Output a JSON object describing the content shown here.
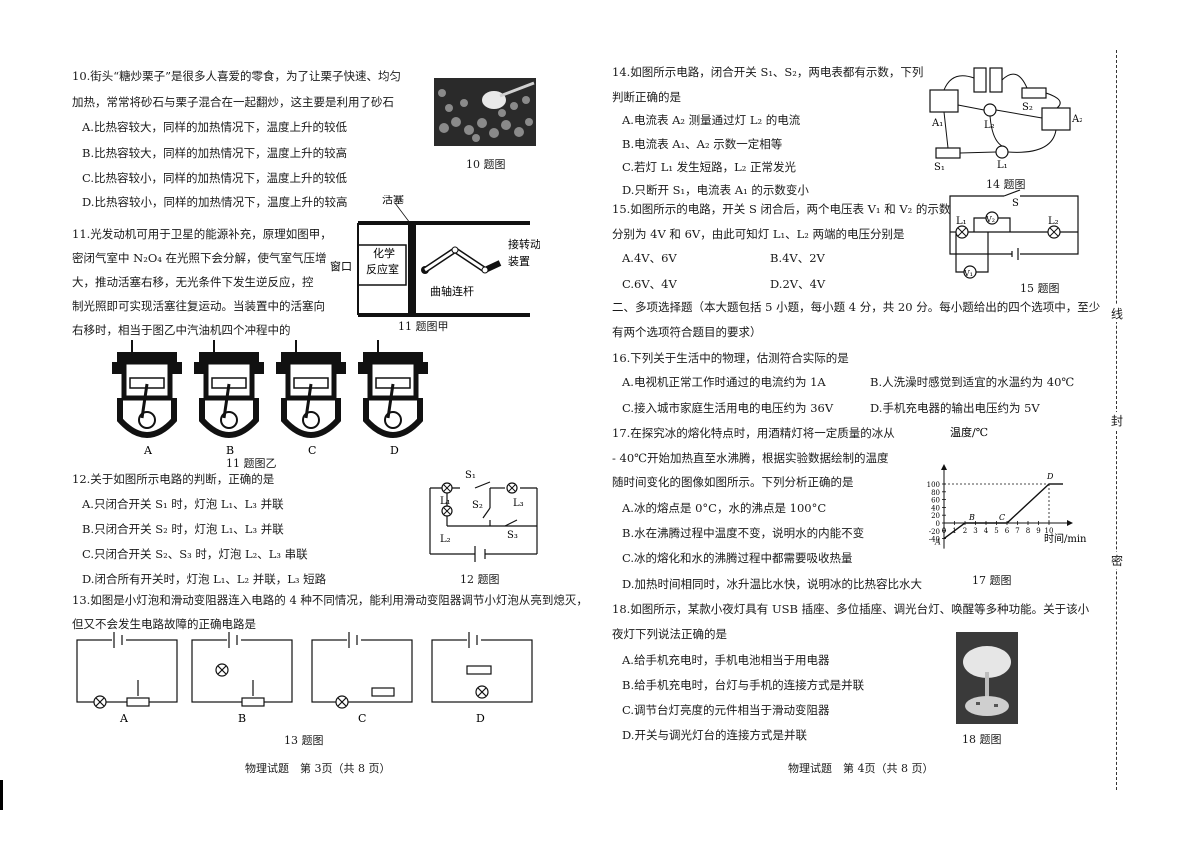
{
  "left": {
    "q10": {
      "l1": "10.街头“糖炒栗子”是很多人喜爱的零食，为了让栗子快速、均匀",
      "l2": "加热，常常将砂石与栗子混合在一起翻炒，这主要是利用了砂石",
      "a": "A.比热容较大，同样的加热情况下，温度上升的较低",
      "b": "B.比热容较大，同样的加热情况下，温度上升的较高",
      "c": "C.比热容较小，同样的加热情况下，温度上升的较低",
      "d": "D.比热容较小，同样的加热情况下，温度上升的较高",
      "caption": "10 题图"
    },
    "q11": {
      "l1": "11.光发动机可用于卫星的能源补充，原理如图甲，",
      "l2": "密闭气室中 N₂O₄ 在光照下会分解，使气室气压增",
      "l3": "大，推动活塞右移，无光条件下发生逆反应，控",
      "l4": "制光照即可实现活塞往复运动。当装置中的活塞向",
      "l5": "右移时，相当于图乙中汽油机四个冲程中的",
      "fig_piston": "活塞",
      "fig_chem1": "化学",
      "fig_chem2": "反应室",
      "fig_window": "窗口",
      "fig_crank": "曲轴连杆",
      "fig_rot1": "接转动",
      "fig_rot2": "装置",
      "caption_a": "11 题图甲",
      "eng_labels": [
        "A",
        "B",
        "C",
        "D"
      ],
      "caption_b": "11 题图乙"
    },
    "q12": {
      "l0": "12.关于如图所示电路的判断，正确的是",
      "a": "A.只闭合开关 S₁ 时，灯泡 L₁、L₃ 并联",
      "b": "B.只闭合开关 S₂ 时，灯泡 L₁、L₃ 并联",
      "c": "C.只闭合开关 S₂、S₃ 时，灯泡 L₂、L₃ 串联",
      "d": "D.闭合所有开关时，灯泡 L₁、L₂ 并联，L₃ 短路",
      "lbl_s1": "S₁",
      "lbl_s2": "S₂",
      "lbl_s3": "S₃",
      "lbl_l1": "L₁",
      "lbl_l2": "L₂",
      "lbl_l3": "L₃",
      "caption": "12 题图"
    },
    "q13": {
      "l1": "13.如图是小灯泡和滑动变阻器连入电路的 4 种不同情况，能利用滑动变阻器调节小灯泡从亮到熄灭，",
      "l2": "但又不会发生电路故障的正确电路是",
      "labels": [
        "A",
        "B",
        "C",
        "D"
      ],
      "caption": "13 题图"
    },
    "footer": "物理试题　第 3页（共 8 页）"
  },
  "right": {
    "q14": {
      "l1": "14.如图所示电路，闭合开关 S₁、S₂，两电表都有示数，下列",
      "l2": "判断正确的是",
      "a": "A.电流表 A₂ 测量通过灯 L₂ 的电流",
      "b": "B.电流表 A₁、A₂ 示数一定相等",
      "c": "C.若灯 L₁ 发生短路，L₂ 正常发光",
      "d": "D.只断开 S₁，电流表 A₁ 的示数变小",
      "lbl_a1": "A₁",
      "lbl_a2": "A₂",
      "lbl_l1": "L₁",
      "lbl_l2": "L₂",
      "lbl_s1": "S₁",
      "lbl_s2": "S₂",
      "caption": "14 题图"
    },
    "q15": {
      "l1": "15.如图所示的电路，开关 S 闭合后，两个电压表 V₁ 和 V₂ 的示数",
      "l2": "分别为 4V 和 6V，由此可知灯 L₁、L₂ 两端的电压分别是",
      "a": "A.4V、6V",
      "b": "B.4V、2V",
      "c": "C.6V、4V",
      "d": "D.2V、4V",
      "lbl_s": "S",
      "lbl_l1": "L₁",
      "lbl_l2": "L₂",
      "lbl_v1": "V₁",
      "lbl_v2": "V₂",
      "caption": "15 题图"
    },
    "section2": {
      "l1": "二、多项选择题（本大题包括 5 小题，每小题 4 分，共 20 分。每小题给出的四个选项中，至少",
      "l2": "有两个选项符合题目的要求）"
    },
    "q16": {
      "l0": "16.下列关于生活中的物理，估测符合实际的是",
      "a": "A.电视机正常工作时通过的电流约为 1A",
      "b": "B.人洗澡时感觉到适宜的水温约为 40℃",
      "c": "C.接入城市家庭生活用电的电压约为 36V",
      "d": "D.手机充电器的输出电压约为 5V"
    },
    "q17": {
      "l1": "17.在探究冰的熔化特点时，用酒精灯将一定质量的冰从",
      "l2": "- 40℃开始加热直至水沸腾，根据实验数据绘制的温度",
      "l3": "随时间变化的图像如图所示。下列分析正确的是",
      "a": "A.冰的熔点是 0°C，水的沸点是 100°C",
      "b": "B.水在沸腾过程中温度不变，说明水的内能不变",
      "c": "C.冰的熔化和水的沸腾过程中都需要吸收热量",
      "d": "D.加热时间相同时，冰升温比水快，说明冰的比热容比水大",
      "caption": "17 题图"
    },
    "q18": {
      "l1": "18.如图所示，某款小夜灯具有 USB 插座、多位插座、调光台灯、唤醒等多种功能。关于该小",
      "l2": "夜灯下列说法正确的是",
      "a": "A.给手机充电时，手机电池相当于用电器",
      "b": "B.给手机充电时，台灯与手机的连接方式是并联",
      "c": "C.调节台灯亮度的元件相当于滑动变阻器",
      "d": "D.开关与调光灯台的连接方式是并联",
      "caption": "18 题图"
    },
    "footer": "物理试题　第 4页（共 8 页）"
  },
  "binding": {
    "chars": [
      "线",
      "封",
      "密"
    ]
  },
  "chart_data": {
    "type": "line",
    "title": "",
    "ylabel": "温度/℃",
    "xlabel": "时间/min",
    "x_ticks": [
      0,
      1,
      2,
      3,
      4,
      5,
      6,
      7,
      8,
      9,
      10
    ],
    "y_ticks": [
      -40,
      -20,
      0,
      20,
      40,
      60,
      80,
      100
    ],
    "xlim": [
      0,
      10
    ],
    "ylim": [
      -40,
      100
    ],
    "point_labels": [
      "A",
      "B",
      "C",
      "D"
    ],
    "x": [
      0,
      2,
      6,
      10
    ],
    "values": [
      -40,
      0,
      0,
      100
    ],
    "grid": false
  }
}
